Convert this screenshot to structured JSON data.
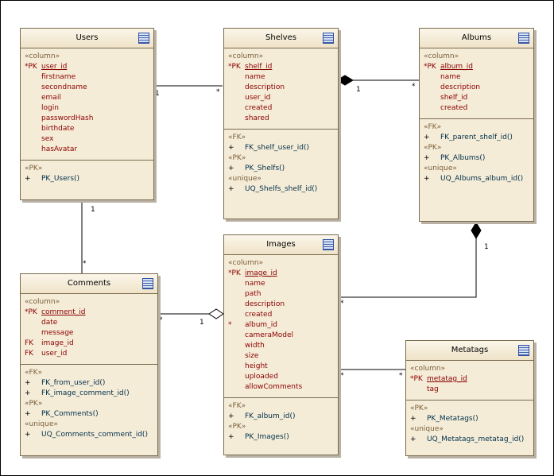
{
  "tables": {
    "users": {
      "name": "Users",
      "stereo_col": "«column»",
      "columns": [
        {
          "pre": "*PK",
          "name": "user_id"
        },
        {
          "pre": "",
          "name": "firstname"
        },
        {
          "pre": "",
          "name": "secondname"
        },
        {
          "pre": "",
          "name": "email"
        },
        {
          "pre": "",
          "name": "login"
        },
        {
          "pre": "",
          "name": "passwordHash"
        },
        {
          "pre": "",
          "name": "birthdate"
        },
        {
          "pre": "",
          "name": "sex"
        },
        {
          "pre": "",
          "name": "hasAvatar"
        }
      ],
      "stereo_pk": "«PK»",
      "pk_ops": [
        {
          "plus": "+",
          "name": "PK_Users()"
        }
      ]
    },
    "shelves": {
      "name": "Shelves",
      "stereo_col": "«column»",
      "columns": [
        {
          "pre": "*PK",
          "name": "shelf_id"
        },
        {
          "pre": "",
          "name": "name"
        },
        {
          "pre": "",
          "name": "description"
        },
        {
          "pre": "",
          "name": "user_id"
        },
        {
          "pre": "",
          "name": "created"
        },
        {
          "pre": "",
          "name": "shared"
        }
      ],
      "stereo_fk": "«FK»",
      "fk_ops": [
        {
          "plus": "+",
          "name": "FK_shelf_user_id()"
        }
      ],
      "stereo_pk": "«PK»",
      "pk_ops": [
        {
          "plus": "+",
          "name": "PK_Shelfs()"
        }
      ],
      "stereo_unique": "«unique»",
      "unique_ops": [
        {
          "plus": "+",
          "name": "UQ_Shelfs_shelf_id()"
        }
      ]
    },
    "albums": {
      "name": "Albums",
      "stereo_col": "«column»",
      "columns": [
        {
          "pre": "*PK",
          "name": "album_id"
        },
        {
          "pre": "",
          "name": "name"
        },
        {
          "pre": "",
          "name": "description"
        },
        {
          "pre": "",
          "name": "shelf_id"
        },
        {
          "pre": "",
          "name": "created"
        }
      ],
      "stereo_fk": "«FK»",
      "fk_ops": [
        {
          "plus": "+",
          "name": "FK_parent_shelf_id()"
        }
      ],
      "stereo_pk": "«PK»",
      "pk_ops": [
        {
          "plus": "+",
          "name": "PK_Albums()"
        }
      ],
      "stereo_unique": "«unique»",
      "unique_ops": [
        {
          "plus": "+",
          "name": "UQ_Albums_album_id()"
        }
      ]
    },
    "images": {
      "name": "Images",
      "stereo_col": "«column»",
      "columns": [
        {
          "pre": "*PK",
          "name": "image_id"
        },
        {
          "pre": "",
          "name": "name"
        },
        {
          "pre": "",
          "name": "path"
        },
        {
          "pre": "",
          "name": "description"
        },
        {
          "pre": "",
          "name": "created"
        },
        {
          "pre": "*",
          "name": "album_id"
        },
        {
          "pre": "",
          "name": "cameraModel"
        },
        {
          "pre": "",
          "name": "width"
        },
        {
          "pre": "",
          "name": "size"
        },
        {
          "pre": "",
          "name": "height"
        },
        {
          "pre": "",
          "name": "uploaded"
        },
        {
          "pre": "",
          "name": "allowComments"
        }
      ],
      "stereo_fk": "«FK»",
      "fk_ops": [
        {
          "plus": "+",
          "name": "FK_album_id()"
        }
      ],
      "stereo_pk": "«PK»",
      "pk_ops": [
        {
          "plus": "+",
          "name": "PK_Images()"
        }
      ]
    },
    "comments": {
      "name": "Comments",
      "stereo_col": "«column»",
      "columns": [
        {
          "pre": "*PK",
          "name": "comment_id"
        },
        {
          "pre": "",
          "name": "date"
        },
        {
          "pre": "",
          "name": "message"
        },
        {
          "pre": "FK",
          "name": "image_id"
        },
        {
          "pre": "FK",
          "name": "user_id"
        }
      ],
      "stereo_fk": "«FK»",
      "fk_ops": [
        {
          "plus": "+",
          "name": "FK_from_user_id()"
        },
        {
          "plus": "+",
          "name": "FK_image_comment_id()"
        }
      ],
      "stereo_pk": "«PK»",
      "pk_ops": [
        {
          "plus": "+",
          "name": "PK_Comments()"
        }
      ],
      "stereo_unique": "«unique»",
      "unique_ops": [
        {
          "plus": "+",
          "name": "UQ_Comments_comment_id()"
        }
      ]
    },
    "metatags": {
      "name": "Metatags",
      "stereo_col": "«column»",
      "columns": [
        {
          "pre": "*PK",
          "name": "metatag_id"
        },
        {
          "pre": "",
          "name": "tag"
        }
      ],
      "stereo_pk": "«PK»",
      "pk_ops": [
        {
          "plus": "+",
          "name": "PK_Metatags()"
        }
      ],
      "stereo_unique": "«unique»",
      "unique_ops": [
        {
          "plus": "+",
          "name": "UQ_Metatags_metatag_id()"
        }
      ]
    }
  },
  "multiplicities": {
    "users_shelves_one": "1",
    "users_shelves_many": "*",
    "shelves_albums_one": "1",
    "shelves_albums_many": "*",
    "users_comments_one": "1",
    "users_comments_many": "*",
    "albums_images_one": "1",
    "albums_images_many": "*",
    "images_comments_one": "1",
    "images_comments_many": "*",
    "images_metatags_left": "*",
    "images_metatags_right": "*"
  },
  "colors": {
    "table_fill": "#f5ecd8",
    "table_border": "#7a6a4e",
    "column_text": "#8a0000",
    "operation_text": "#00304a",
    "stereotype_text": "#7a5f3a"
  }
}
